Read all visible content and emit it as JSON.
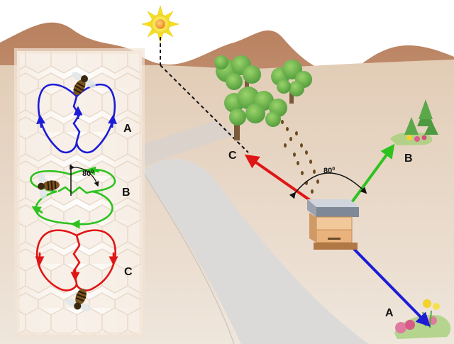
{
  "panel_labels": {
    "a": "A",
    "b": "B",
    "c": "C"
  },
  "field_labels": {
    "a": "A",
    "b": "B",
    "c": "C"
  },
  "waggle_angle": {
    "value": "80",
    "unit": "0"
  },
  "field_angle": {
    "value": "80",
    "unit": "0"
  },
  "colors": {
    "dance_a": "#1c1cd6",
    "dance_b": "#2ec21f",
    "dance_c": "#e01515",
    "landscape": "#e8d9c8",
    "mountains": "#c89a7c",
    "sun": "#f6e21b"
  },
  "icons": [
    "sun-icon",
    "beehive-icon",
    "tree-icon",
    "flower-icon",
    "bee-icon"
  ]
}
